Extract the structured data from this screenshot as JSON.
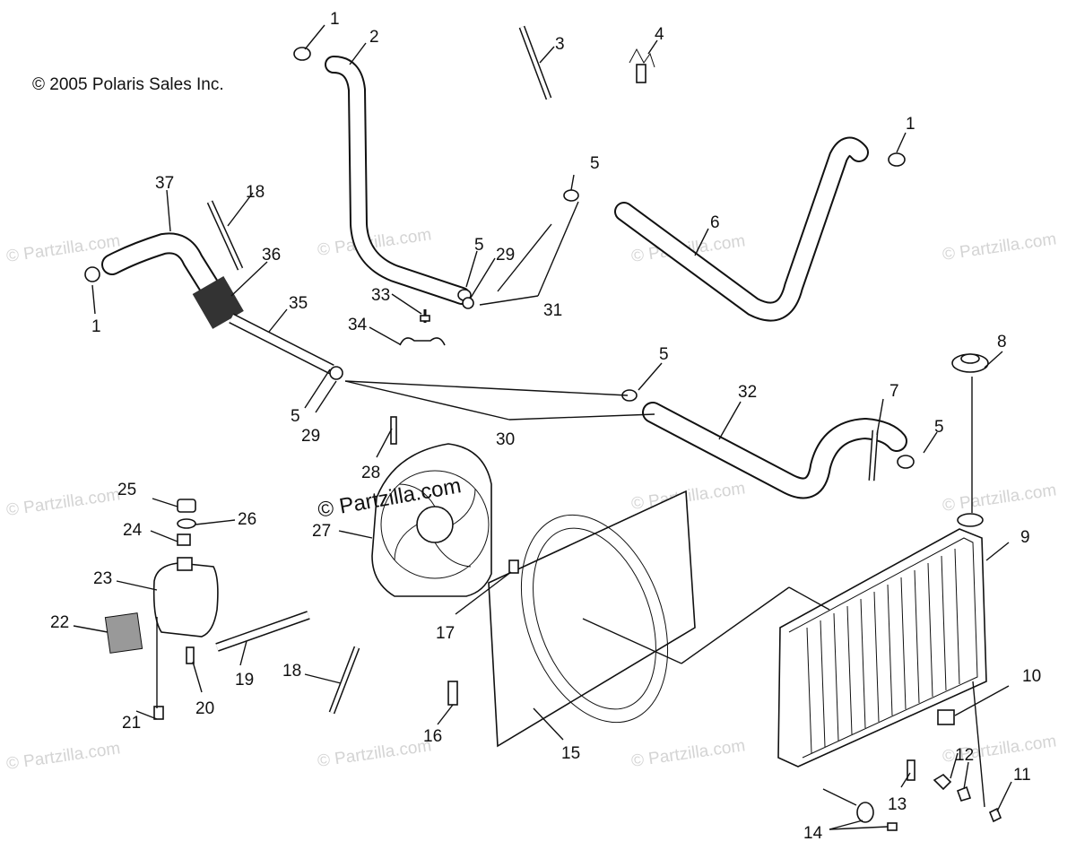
{
  "copyright": "© 2005 Polaris Sales Inc.",
  "watermarks": {
    "text": "© Partzilla.com",
    "center_text": "© Partzilla.com"
  },
  "callouts": {
    "c1a": "1",
    "c2": "2",
    "c3": "3",
    "c4": "4",
    "c1b": "1",
    "c5a": "5",
    "c6": "6",
    "c37": "37",
    "c18a": "18",
    "c36": "36",
    "c1c": "1",
    "c35": "35",
    "c5b": "5",
    "c29a": "29",
    "c31": "31",
    "c33": "33",
    "c34": "34",
    "c5c": "5",
    "c29b": "29",
    "c5d": "5",
    "c8": "8",
    "c7": "7",
    "c32": "32",
    "c5e": "5",
    "c30": "30",
    "c28": "28",
    "c25": "25",
    "c26": "26",
    "c24": "24",
    "c27": "27",
    "c23": "23",
    "c22": "22",
    "c9": "9",
    "c17": "17",
    "c19": "19",
    "c18b": "18",
    "c20": "20",
    "c21": "21",
    "c16": "16",
    "c15": "15",
    "c10": "10",
    "c12": "12",
    "c11": "11",
    "c13": "13",
    "c14": "14"
  }
}
